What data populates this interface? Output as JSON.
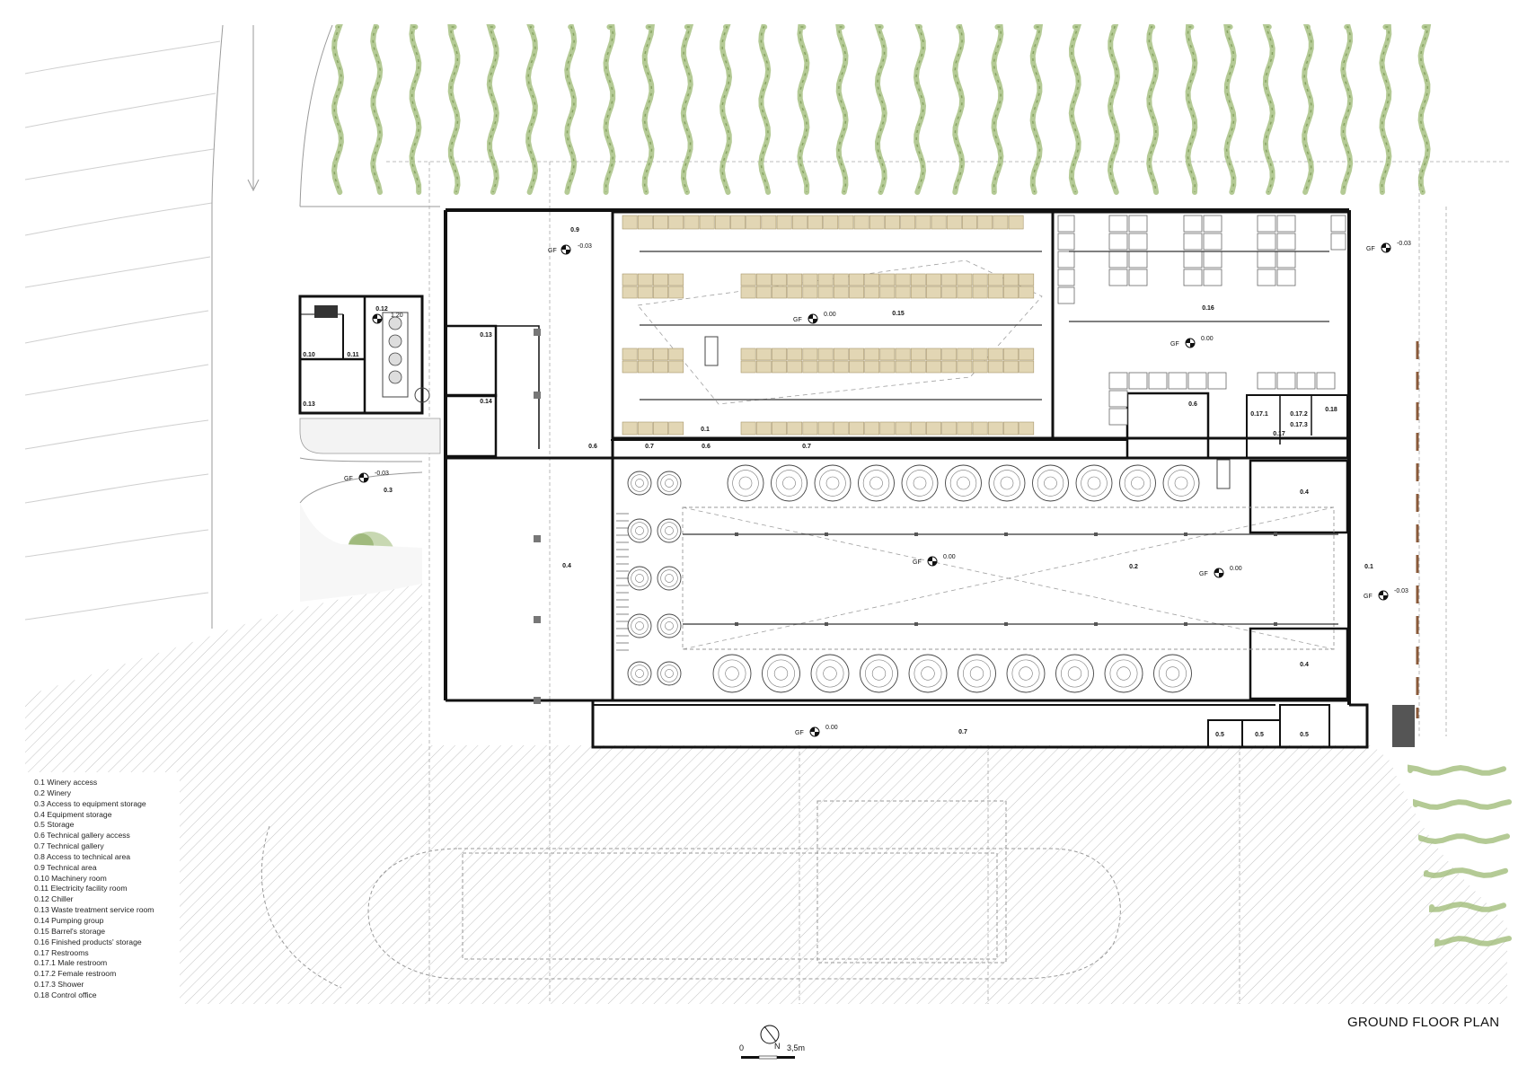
{
  "title": "GROUND FLOOR PLAN",
  "scale": {
    "start": "0",
    "end": "3,5m",
    "north": "N"
  },
  "legend": [
    "0.1 Winery access",
    "0.2 Winery",
    "0.3 Access to equipment storage",
    "0.4 Equipment storage",
    "0.5 Storage",
    "0.6 Technical gallery access",
    "0.7 Technical gallery",
    "0.8 Access to technical area",
    "0.9 Technical area",
    "0.10 Machinery room",
    "0.11 Electricity facility room",
    "0.12 Chiller",
    "0.13 Waste treatment service room",
    "0.14 Pumping group",
    "0.15 Barrel's storage",
    "0.16 Finished products' storage",
    "0.17 Restrooms",
    "0.17.1 Male restroom",
    "0.17.2 Female restroom",
    "0.17.3 Shower",
    "0.18 Control office"
  ],
  "rooms": {
    "r09": "0.9",
    "r12": "0.12",
    "r10": "0.10",
    "r11": "0.11",
    "r13a": "0.13",
    "r13b": "0.13",
    "r14": "0.14",
    "r15": "0.15",
    "r16": "0.16",
    "r06a": "0.6",
    "r07a": "0.7",
    "r01a": "0.1",
    "r06b": "0.6",
    "r07b": "0.7",
    "r06c": "0.6",
    "r171": "0.17.1",
    "r172": "0.17.2",
    "r173": "0.17.3",
    "r17": "0.17",
    "r18": "0.18",
    "r03": "0.3",
    "r04a": "0.4",
    "r02": "0.2",
    "r04b": "0.4",
    "r04c": "0.4",
    "r01b": "0.1",
    "r07c": "0.7",
    "r05a": "0.5",
    "r05b": "0.5",
    "r05c": "0.5"
  },
  "levels": {
    "gf": "GF",
    "l1": "-0.03",
    "l2": "1.20",
    "l3": "0.00",
    "l4": "0.00",
    "l5": "-0.03",
    "l6": "-0.03",
    "l7": "0.00",
    "l8": "0.00",
    "l9": "-0.03",
    "l10": "0.00"
  },
  "colors": {
    "wall": "#111111",
    "vine": "#9bb872",
    "barrel_fill": "#e2d6b4",
    "barrel_stroke": "#a8966b",
    "hatch": "#b8b8b8",
    "dashed": "#9a9a9a"
  }
}
